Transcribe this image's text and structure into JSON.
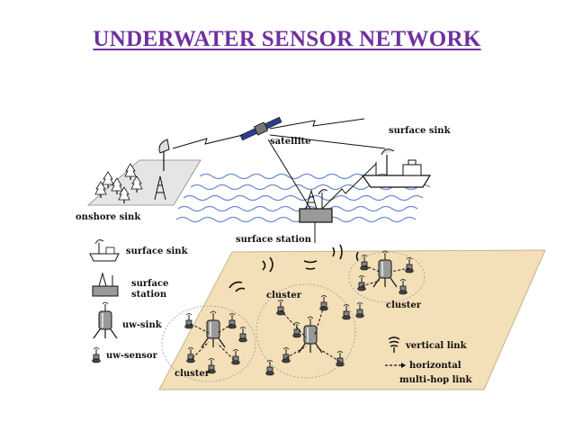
{
  "title": "UNDERWATER SENSOR NETWORK",
  "colors": {
    "title": "#7030a0",
    "seabed": "#f3dfb8",
    "water": "#6a8fd0",
    "ink": "#111111"
  },
  "diagram": {
    "labels": {
      "satellite": "satellite",
      "surface_sink": "surface sink",
      "onshore_sink": "onshore sink",
      "surface_station": "surface station",
      "cluster_mid": "cluster",
      "cluster_right": "cluster",
      "cluster_left": "cluster"
    },
    "legend": {
      "surface_sink": "surface sink",
      "surface_station_1": "surface",
      "surface_station_2": "station",
      "uw_sink": "uw-sink",
      "uw_sensor": "uw-sensor",
      "vertical_link": "vertical link",
      "horizontal_1": "horizontal",
      "horizontal_2": "multi-hop link"
    },
    "icons": [
      "satellite-icon",
      "ship-icon",
      "antenna-icon",
      "buoy-icon",
      "tree-icon",
      "uw-sink-icon",
      "uw-sensor-icon"
    ]
  }
}
